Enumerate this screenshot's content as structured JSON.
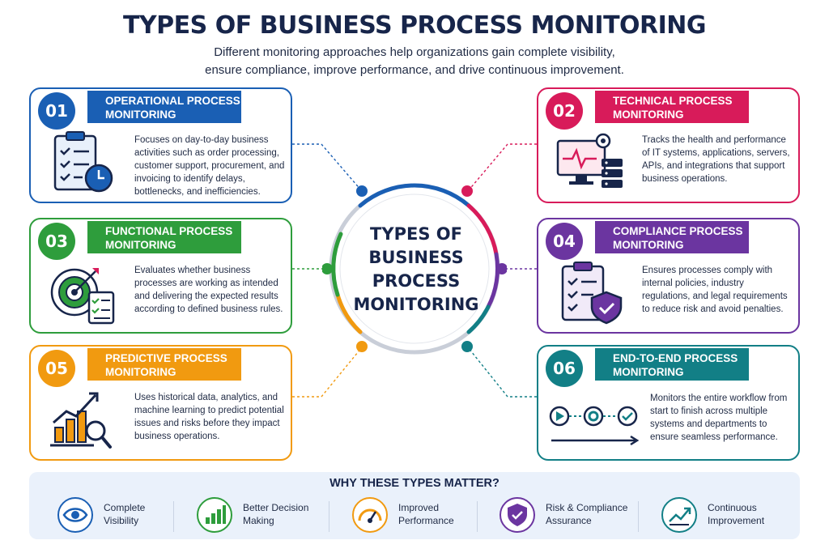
{
  "title": "TYPES OF BUSINESS PROCESS MONITORING",
  "subtitle": {
    "line1": "Different monitoring approaches help organizations gain complete visibility,",
    "line2": "ensure compliance, improve performance, and drive continuous improvement."
  },
  "center": {
    "line1": "TYPES OF",
    "line2": "BUSINESS",
    "line3": "PROCESS",
    "line4": "MONITORING"
  },
  "colors": {
    "blue": "#1a5fb4",
    "red": "#d81b5a",
    "green": "#2e9d3c",
    "purple": "#6b35a0",
    "orange": "#f19a10",
    "teal": "#127f86",
    "navy": "#17254a"
  },
  "cards": [
    {
      "number": "01",
      "title_line1": "OPERATIONAL PROCESS",
      "title_line2": "MONITORING",
      "icon": "clipboard-clock-icon",
      "desc": "Focuses on day-to-day business activities such as order processing, customer support, procurement, and invoicing to identify delays, bottlenecks, and inefficiencies."
    },
    {
      "number": "02",
      "title_line1": "TECHNICAL PROCESS",
      "title_line2": "MONITORING",
      "icon": "monitor-server-icon",
      "desc": "Tracks the health and performance of IT systems, applications, servers, APIs, and integrations that support business operations."
    },
    {
      "number": "03",
      "title_line1": "FUNCTIONAL PROCESS",
      "title_line2": "MONITORING",
      "icon": "target-checklist-icon",
      "desc": "Evaluates whether business processes are working as intended and delivering the expected results according to defined business rules."
    },
    {
      "number": "04",
      "title_line1": "COMPLIANCE PROCESS",
      "title_line2": "MONITORING",
      "icon": "clipboard-shield-icon",
      "desc": "Ensures processes comply with internal policies, industry regulations, and legal requirements to reduce risk and avoid penalties."
    },
    {
      "number": "05",
      "title_line1": "PREDICTIVE PROCESS",
      "title_line2": "MONITORING",
      "icon": "chart-magnifier-icon",
      "desc": "Uses historical data, analytics, and machine learning to predict potential issues and risks before they impact business operations."
    },
    {
      "number": "06",
      "title_line1": "END-TO-END PROCESS",
      "title_line2": "MONITORING",
      "icon": "workflow-icon",
      "desc": "Monitors the entire workflow from start to finish across multiple systems and departments to ensure seamless performance."
    }
  ],
  "why": {
    "title": "WHY THESE TYPES MATTER?",
    "items": [
      {
        "line1": "Complete",
        "line2": "Visibility",
        "icon": "eye-icon"
      },
      {
        "line1": "Better Decision",
        "line2": "Making",
        "icon": "bar-chart-icon"
      },
      {
        "line1": "Improved",
        "line2": "Performance",
        "icon": "speedometer-icon"
      },
      {
        "line1": "Risk & Compliance",
        "line2": "Assurance",
        "icon": "shield-check-icon"
      },
      {
        "line1": "Continuous",
        "line2": "Improvement",
        "icon": "trend-up-icon"
      }
    ]
  }
}
